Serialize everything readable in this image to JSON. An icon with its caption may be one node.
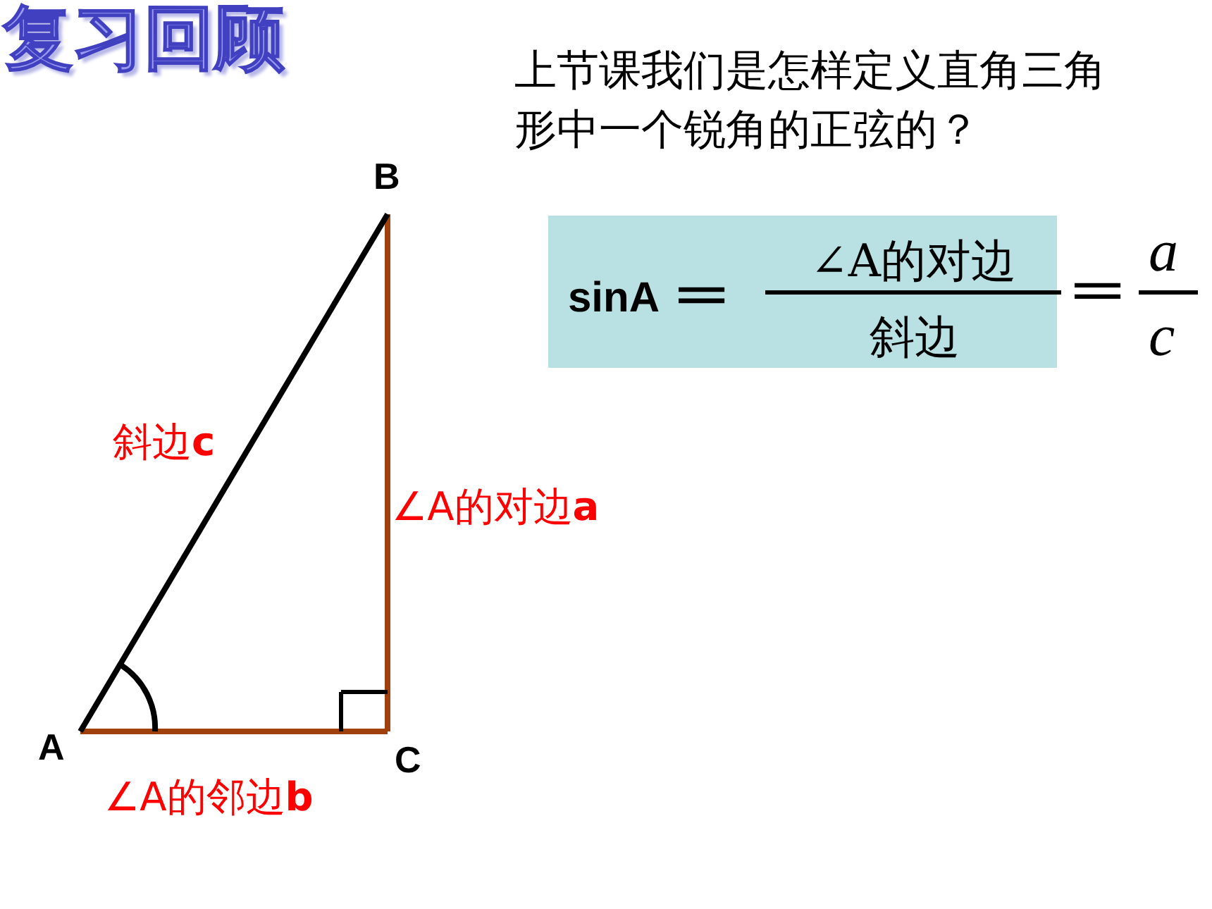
{
  "diagram": {
    "title": "复习回顾",
    "nodes": [
      {
        "text": [
          "sinA",
          "=",
          "∠A的对边",
          "斜边"
        ]
      }
    ],
    "labels": [
      "上节课我们是怎样定义直角三角形中一个锐角的正弦的？",
      "=",
      "a",
      "c",
      "B",
      "斜边**c**",
      "∠A的对边**a**",
      "A",
      "C",
      "∠A的邻边**b**"
    ]
  }
}
